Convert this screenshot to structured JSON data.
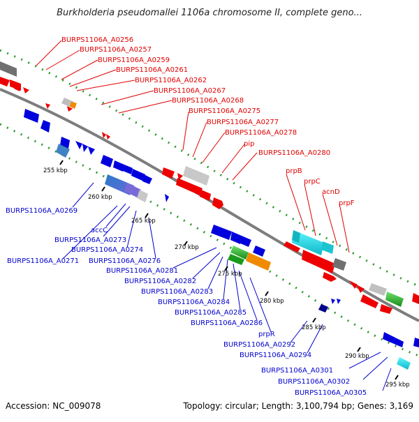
{
  "title": "Burkholderia pseudomallei 1106a chromosome II, complete geno...",
  "footer": {
    "accession": "Accession: NC_009078",
    "topology": "Topology: circular; Length: 3,100,794 bp; Genes: 3,169"
  },
  "ticks": [
    "255 kbp",
    "260 kbp",
    "265 kbp",
    "270 kbp",
    "275 kbp",
    "280 kbp",
    "285 kbp",
    "290 kbp",
    "295 kbp"
  ],
  "red_labels": [
    "BURPS1106A_A0256",
    "BURPS1106A_A0257",
    "BURPS1106A_A0259",
    "BURPS1106A_A0261",
    "BURPS1106A_A0262",
    "BURPS1106A_A0267",
    "BURPS1106A_A0268",
    "BURPS1106A_A0275",
    "BURPS1106A_A0277",
    "BURPS1106A_A0278",
    "pip",
    "BURPS1106A_A0280",
    "prpB",
    "prpC",
    "acnD",
    "prpF"
  ],
  "blue_labels": [
    "BURPS1106A_A0269",
    "accC",
    "BURPS1106A_A0273",
    "BURPS1106A_A0274",
    "BURPS1106A_A0271",
    "BURPS1106A_A0276",
    "BURPS1106A_A0281",
    "BURPS1106A_A0282",
    "BURPS1106A_A0283",
    "BURPS1106A_A0284",
    "BURPS1106A_A0285",
    "BURPS1106A_A0286",
    "prpR",
    "BURPS1106A_A0292",
    "BURPS1106A_A0294",
    "BURPS1106A_A0301",
    "BURPS1106A_A0302",
    "BURPS1106A_A0305"
  ],
  "colors": {
    "forward_gene": "#ee0000",
    "reverse_gene": "#0000dd",
    "backbone": "#808080",
    "red_label": "#e00000",
    "blue_label": "#0000cc",
    "dotted_ring": "#2a9a2a"
  }
}
